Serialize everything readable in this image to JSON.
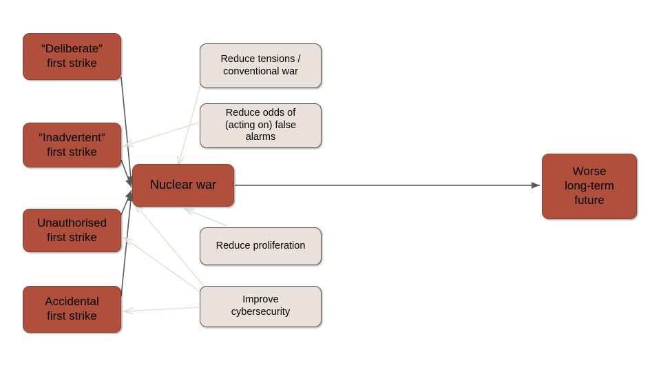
{
  "diagram": {
    "type": "causal-flow-diagram",
    "background_color": "#ffffff",
    "palette": {
      "cause_fill": "#b0503c",
      "cause_border": "#8a3f30",
      "intervention_fill": "#eae2da",
      "intervention_border": "#56544f",
      "causal_edge_color": "#595959",
      "intervention_edge_color": "#e8ded8",
      "text_color": "#000000"
    },
    "nodes": {
      "deliberate": {
        "label": "“Deliberate”\nfirst strike",
        "kind": "cause"
      },
      "inadvertent": {
        "label": "“Inadvertent”\nfirst strike",
        "kind": "cause"
      },
      "unauthorised": {
        "label": "Unauthorised\nfirst strike",
        "kind": "cause"
      },
      "accidental": {
        "label": "Accidental\nfirst strike",
        "kind": "cause"
      },
      "nuclear_war": {
        "label": "Nuclear war",
        "kind": "central"
      },
      "worse_future": {
        "label": "Worse\nlong-term\nfuture",
        "kind": "outcome"
      },
      "reduce_tensions": {
        "label": "Reduce tensions /\nconventional war",
        "kind": "intervention"
      },
      "reduce_false_alarms": {
        "label": "Reduce odds of\n(acting on) false\nalarms",
        "kind": "intervention"
      },
      "reduce_proliferation": {
        "label": "Reduce proliferation",
        "kind": "intervention"
      },
      "improve_cybersecurity": {
        "label": "Improve\ncybersecurity",
        "kind": "intervention"
      }
    },
    "edges": [
      {
        "from": "deliberate",
        "to": "nuclear_war",
        "style": "causal"
      },
      {
        "from": "inadvertent",
        "to": "nuclear_war",
        "style": "causal"
      },
      {
        "from": "unauthorised",
        "to": "nuclear_war",
        "style": "causal"
      },
      {
        "from": "accidental",
        "to": "nuclear_war",
        "style": "causal"
      },
      {
        "from": "nuclear_war",
        "to": "worse_future",
        "style": "causal"
      },
      {
        "from": "reduce_tensions",
        "to": "nuclear_war",
        "style": "intervention"
      },
      {
        "from": "reduce_false_alarms",
        "to": "inadvertent",
        "style": "intervention"
      },
      {
        "from": "reduce_proliferation",
        "to": "nuclear_war",
        "style": "intervention"
      },
      {
        "from": "improve_cybersecurity",
        "to": "nuclear_war",
        "style": "intervention"
      },
      {
        "from": "improve_cybersecurity",
        "to": "unauthorised",
        "style": "intervention"
      },
      {
        "from": "improve_cybersecurity",
        "to": "accidental",
        "style": "intervention"
      }
    ]
  }
}
